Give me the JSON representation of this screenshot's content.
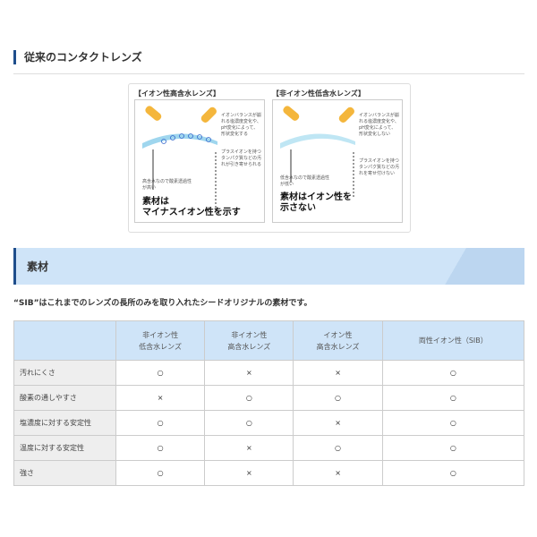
{
  "heading": "従来のコンタクトレンズ",
  "illustration": {
    "left": {
      "title": "【イオン性高含水レンズ】",
      "note1": "イオンバランスが崩れる塩濃度変化や、pH変化によって、形状変化する",
      "note2": "プラスイオンを持つタンパク質などの汚れが引き寄せられる",
      "note3": "高含水なので酸素透過性が高い",
      "caption1": "素材は",
      "caption2": "マイナスイオン性を示す"
    },
    "right": {
      "title": "【非イオン性低含水レンズ】",
      "note1": "イオンバランスが崩れる塩濃度変化や、pH変化によって、形状変化しない",
      "note2": "プラスイオンを持つタンパク質などの汚れを寄せ付けない",
      "note3": "低含水なので酸素透過性が低い",
      "caption1": "素材はイオン性を",
      "caption2": "示さない"
    }
  },
  "section": "素材",
  "lead": "“SIB”はこれまでのレンズの長所のみを取り入れたシードオリジナルの素材です。",
  "table": {
    "headers": [
      [
        "",
        ""
      ],
      [
        "非イオン性",
        "低含水レンズ"
      ],
      [
        "非イオン性",
        "高含水レンズ"
      ],
      [
        "イオン性",
        "高含水レンズ"
      ],
      [
        "両性イオン性（SIB）",
        ""
      ]
    ],
    "rows": [
      {
        "label": "汚れにくさ",
        "cells": [
          "○",
          "×",
          "×",
          "○"
        ]
      },
      {
        "label": "酸素の通しやすさ",
        "cells": [
          "×",
          "○",
          "○",
          "○"
        ]
      },
      {
        "label": "塩濃度に対する安定性",
        "cells": [
          "○",
          "○",
          "×",
          "○"
        ]
      },
      {
        "label": "温度に対する安定性",
        "cells": [
          "○",
          "×",
          "○",
          "○"
        ]
      },
      {
        "label": "強さ",
        "cells": [
          "○",
          "×",
          "×",
          "○"
        ]
      }
    ]
  }
}
